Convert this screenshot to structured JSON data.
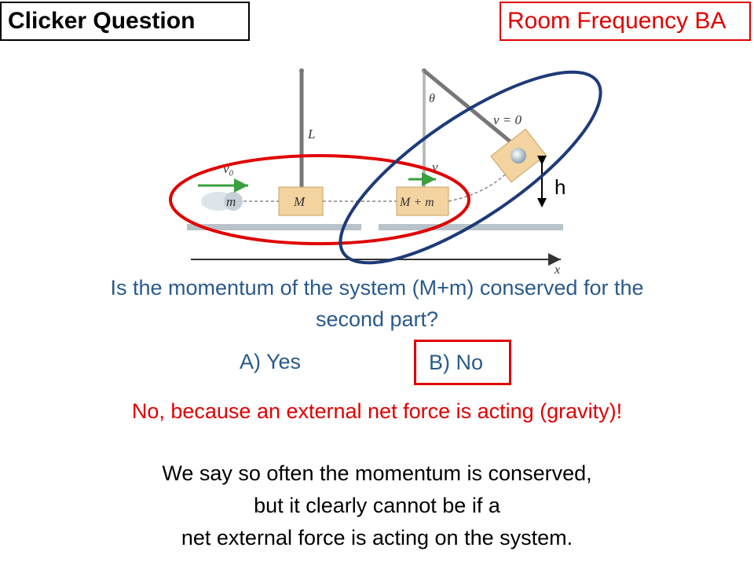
{
  "header": {
    "title": "Clicker Question",
    "room_frequency": "Room Frequency BA"
  },
  "figure": {
    "labels": {
      "length": "L",
      "theta": "θ",
      "v_final": "v = 0",
      "v0": "v₀",
      "v": "v",
      "small_mass": "m",
      "big_mass": "M",
      "combined_mass": "M + m",
      "height": "h",
      "x_axis": "x"
    }
  },
  "question": {
    "line1": "Is the momentum of the system (M+m) conserved for the",
    "line2": "second part?"
  },
  "answers": {
    "a": "A)  Yes",
    "b": "B)  No"
  },
  "explanation": "No, because an external net force is acting (gravity)!",
  "note": {
    "line1": "We say so often the momentum is conserved,",
    "line2": "but it clearly cannot be if a",
    "line3": "net external force is acting on the system."
  },
  "colors": {
    "red": "#e00000",
    "blue_text": "#2a5a8a",
    "blue_ellipse": "#1e3a78",
    "block": "#f3d3a0"
  }
}
